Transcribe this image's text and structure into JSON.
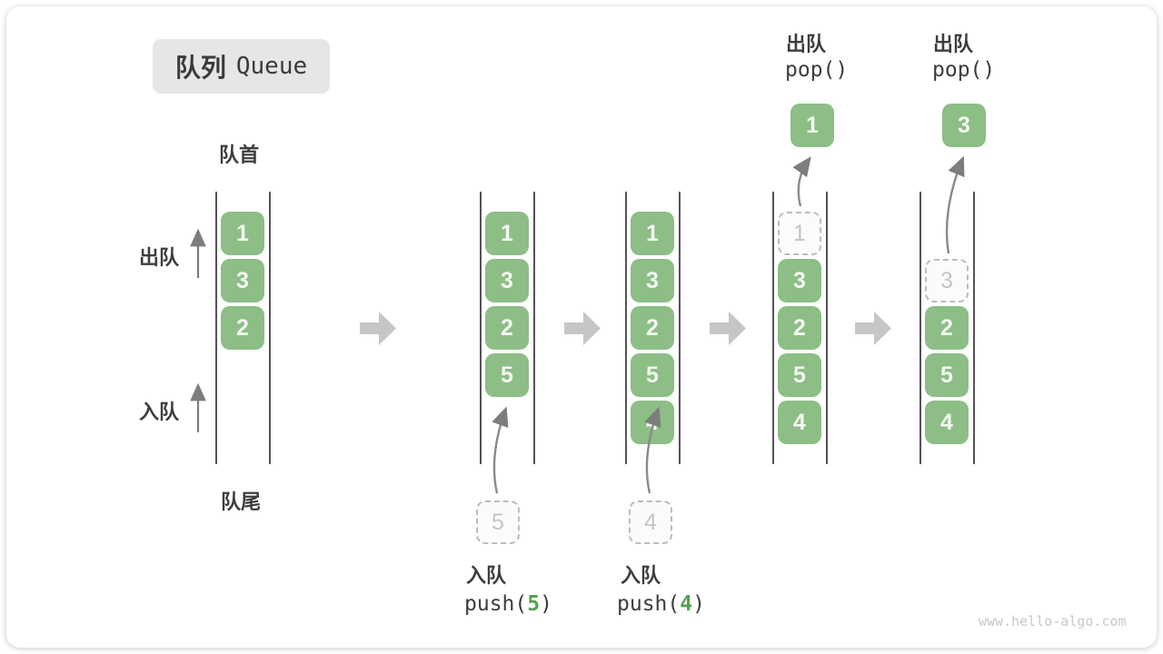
{
  "title": {
    "zh": "队列",
    "en": "Queue"
  },
  "labels": {
    "front": "队首",
    "rear": "队尾",
    "dequeue_side": "出队",
    "enqueue_side": "入队"
  },
  "queue_states": [
    {
      "name": "state-1",
      "slots": [
        {
          "value": "1",
          "style": "solid"
        },
        {
          "value": "3",
          "style": "solid"
        },
        {
          "value": "2",
          "style": "solid"
        }
      ]
    },
    {
      "name": "state-2-after-push-5",
      "slots": [
        {
          "value": "1",
          "style": "solid"
        },
        {
          "value": "3",
          "style": "solid"
        },
        {
          "value": "2",
          "style": "solid"
        },
        {
          "value": "5",
          "style": "solid"
        }
      ]
    },
    {
      "name": "state-3-after-push-4",
      "slots": [
        {
          "value": "1",
          "style": "solid"
        },
        {
          "value": "3",
          "style": "solid"
        },
        {
          "value": "2",
          "style": "solid"
        },
        {
          "value": "5",
          "style": "solid"
        },
        {
          "value": "4",
          "style": "solid"
        }
      ]
    },
    {
      "name": "state-4-popping-1",
      "slots": [
        {
          "value": "1",
          "style": "dashed"
        },
        {
          "value": "3",
          "style": "solid"
        },
        {
          "value": "2",
          "style": "solid"
        },
        {
          "value": "5",
          "style": "solid"
        },
        {
          "value": "4",
          "style": "solid"
        }
      ]
    },
    {
      "name": "state-5-popping-3",
      "slots": [
        {
          "value": "",
          "style": "empty"
        },
        {
          "value": "3",
          "style": "dashed"
        },
        {
          "value": "2",
          "style": "solid"
        },
        {
          "value": "5",
          "style": "solid"
        },
        {
          "value": "4",
          "style": "solid"
        }
      ]
    }
  ],
  "push_ops": [
    {
      "label": "入队",
      "code_pre": "push(",
      "arg": "5",
      "code_post": ")",
      "staged_value": "5"
    },
    {
      "label": "入队",
      "code_pre": "push(",
      "arg": "4",
      "code_post": ")",
      "staged_value": "4"
    }
  ],
  "pop_ops": [
    {
      "label": "出队",
      "code": "pop()",
      "popped_value": "1"
    },
    {
      "label": "出队",
      "code": "pop()",
      "popped_value": "3"
    }
  ],
  "watermark": "www.hello-algo.com",
  "colors": {
    "element_green": "#8CBE86",
    "code_arg_green": "#55A152",
    "dashed_gray": "#BDBDBD",
    "thin_arrow_gray": "#7D7D7D",
    "block_arrow_gray": "#C6C6C6",
    "text_dark": "#3D3D3D",
    "badge_bg": "#E6E6E6",
    "watermark_gray": "#C8C8C8"
  }
}
